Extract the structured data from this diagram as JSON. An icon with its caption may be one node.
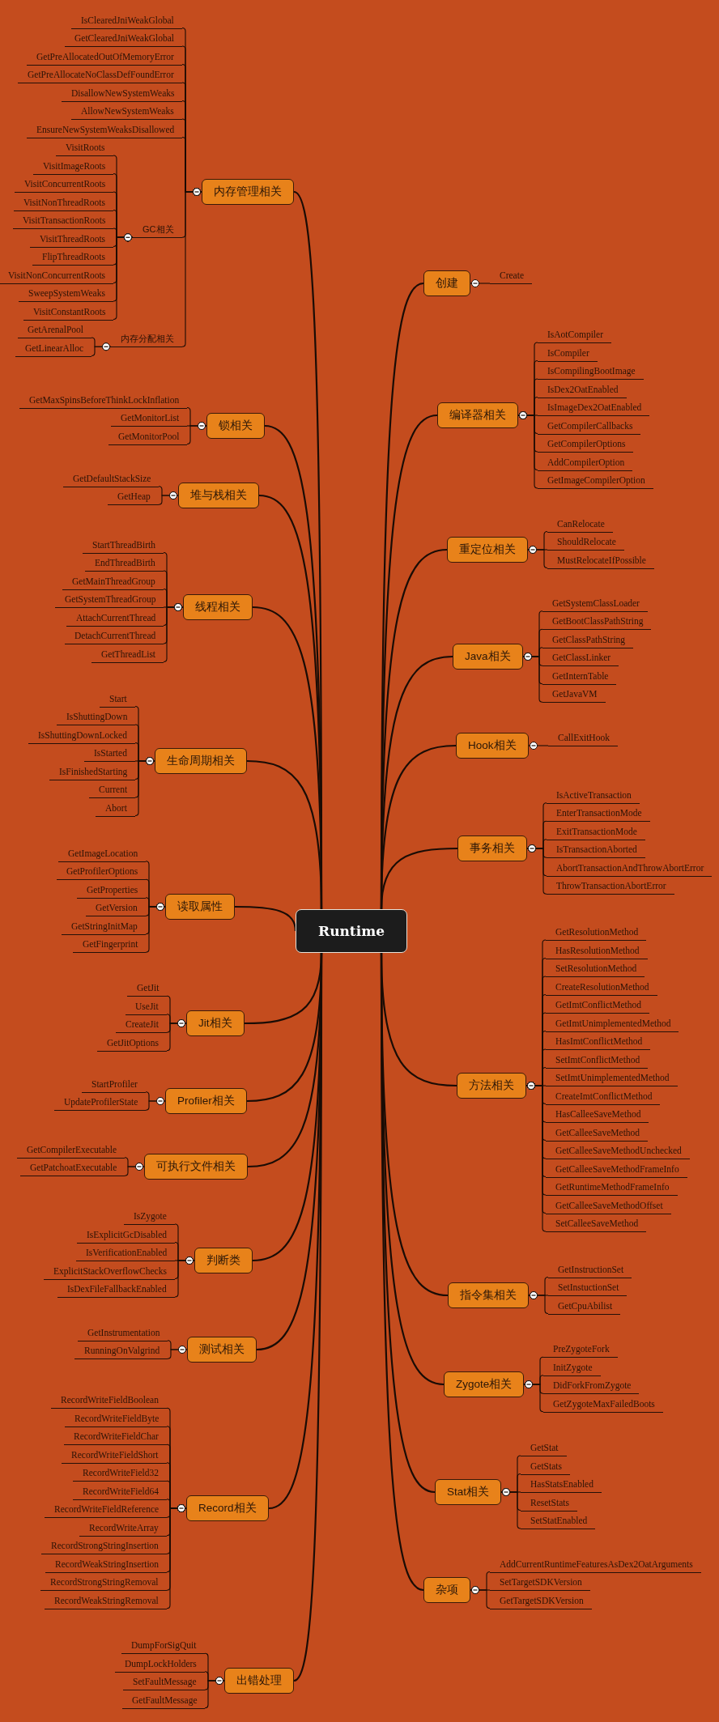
{
  "diagram": {
    "nodes": [
      {
        "text": [
          "Runtime"
        ]
      },
      {
        "text": [
          "内存管理相关"
        ]
      },
      {
        "text": [
          "IsClearedJniWeakGlobal"
        ]
      },
      {
        "text": [
          "GetClearedJniWeakGlobal"
        ]
      },
      {
        "text": [
          "GetPreAllocatedOutOfMemoryError"
        ]
      },
      {
        "text": [
          "GetPreAllocateNoClassDefFoundError"
        ]
      },
      {
        "text": [
          "DisallowNewSystemWeaks"
        ]
      },
      {
        "text": [
          "AllowNewSystemWeaks"
        ]
      },
      {
        "text": [
          "EnsureNewSystemWeaksDisallowed"
        ]
      },
      {
        "text": [
          "GC相关"
        ]
      },
      {
        "text": [
          "VisitRoots"
        ]
      },
      {
        "text": [
          "VisitImageRoots"
        ]
      },
      {
        "text": [
          "VisitConcurrentRoots"
        ]
      },
      {
        "text": [
          "VisitNonThreadRoots"
        ]
      },
      {
        "text": [
          "VisitTransactionRoots"
        ]
      },
      {
        "text": [
          "VisitThreadRoots"
        ]
      },
      {
        "text": [
          "FlipThreadRoots"
        ]
      },
      {
        "text": [
          "VisitNonConcurrentRoots"
        ]
      },
      {
        "text": [
          "SweepSystemWeaks"
        ]
      },
      {
        "text": [
          "VisitConstantRoots"
        ]
      },
      {
        "text": [
          "内存分配相关"
        ]
      },
      {
        "text": [
          "GetArenalPool"
        ]
      },
      {
        "text": [
          "GetLinearAlloc"
        ]
      },
      {
        "text": [
          "锁相关"
        ]
      },
      {
        "text": [
          "GetMaxSpinsBeforeThinkLockInflation"
        ]
      },
      {
        "text": [
          "GetMonitorList"
        ]
      },
      {
        "text": [
          "GetMonitorPool"
        ]
      },
      {
        "text": [
          "堆与栈相关"
        ]
      },
      {
        "text": [
          "GetDefaultStackSize"
        ]
      },
      {
        "text": [
          "GetHeap"
        ]
      },
      {
        "text": [
          "线程相关"
        ]
      },
      {
        "text": [
          "StartThreadBirth"
        ]
      },
      {
        "text": [
          "EndThreadBirth"
        ]
      },
      {
        "text": [
          "GetMainThreadGroup"
        ]
      },
      {
        "text": [
          "GetSystemThreadGroup"
        ]
      },
      {
        "text": [
          "AttachCurrentThread"
        ]
      },
      {
        "text": [
          "DetachCurrentThread"
        ]
      },
      {
        "text": [
          "GetThreadList"
        ]
      },
      {
        "text": [
          "生命周期相关"
        ]
      },
      {
        "text": [
          "Start"
        ]
      },
      {
        "text": [
          "IsShuttingDown"
        ]
      },
      {
        "text": [
          "IsShuttingDownLocked"
        ]
      },
      {
        "text": [
          "IsStarted"
        ]
      },
      {
        "text": [
          "IsFinishedStarting"
        ]
      },
      {
        "text": [
          "Current"
        ]
      },
      {
        "text": [
          "Abort"
        ]
      },
      {
        "text": [
          "读取属性"
        ]
      },
      {
        "text": [
          "GetImageLocation"
        ]
      },
      {
        "text": [
          "GetProfilerOptions"
        ]
      },
      {
        "text": [
          "GetProperties"
        ]
      },
      {
        "text": [
          "GetVersion"
        ]
      },
      {
        "text": [
          "GetStringInitMap"
        ]
      },
      {
        "text": [
          "GetFingerprint"
        ]
      },
      {
        "text": [
          "Jit相关"
        ]
      },
      {
        "text": [
          "GetJit"
        ]
      },
      {
        "text": [
          "UseJit"
        ]
      },
      {
        "text": [
          "CreateJit"
        ]
      },
      {
        "text": [
          "GetJitOptions"
        ]
      },
      {
        "text": [
          "Profiler相关"
        ]
      },
      {
        "text": [
          "StartProfiler"
        ]
      },
      {
        "text": [
          "UpdateProfilerState"
        ]
      },
      {
        "text": [
          "可执行文件相关"
        ]
      },
      {
        "text": [
          "GetCompilerExecutable"
        ]
      },
      {
        "text": [
          "GetPatchoatExecutable"
        ]
      },
      {
        "text": [
          "判断类"
        ]
      },
      {
        "text": [
          "IsZygote"
        ]
      },
      {
        "text": [
          "IsExplicitGcDisabled"
        ]
      },
      {
        "text": [
          "IsVerificationEnabled"
        ]
      },
      {
        "text": [
          "ExplicitStackOverflowChecks"
        ]
      },
      {
        "text": [
          "IsDexFileFallbackEnabled"
        ]
      },
      {
        "text": [
          "测试相关"
        ]
      },
      {
        "text": [
          "GetInstrumentation"
        ]
      },
      {
        "text": [
          "RunningOnValgrind"
        ]
      },
      {
        "text": [
          "Record相关"
        ]
      },
      {
        "text": [
          "RecordWriteFieldBoolean"
        ]
      },
      {
        "text": [
          "RecordWriteFieldByte"
        ]
      },
      {
        "text": [
          "RecordWriteFieldChar"
        ]
      },
      {
        "text": [
          "RecordWriteFieldShort"
        ]
      },
      {
        "text": [
          "RecordWriteField32"
        ]
      },
      {
        "text": [
          "RecordWriteField64"
        ]
      },
      {
        "text": [
          "RecordWriteFieldReference"
        ]
      },
      {
        "text": [
          "RecordWriteArray"
        ]
      },
      {
        "text": [
          "RecordStrongStringInsertion"
        ]
      },
      {
        "text": [
          "RecordWeakStringInsertion"
        ]
      },
      {
        "text": [
          "RecordStrongStringRemoval"
        ]
      },
      {
        "text": [
          "RecordWeakStringRemoval"
        ]
      },
      {
        "text": [
          "出错处理"
        ]
      },
      {
        "text": [
          "DumpForSigQuit"
        ]
      },
      {
        "text": [
          "DumpLockHolders"
        ]
      },
      {
        "text": [
          "SetFaultMessage"
        ]
      },
      {
        "text": [
          "GetFaultMessage"
        ]
      },
      {
        "text": [
          "创建"
        ]
      },
      {
        "text": [
          "Create"
        ]
      },
      {
        "text": [
          "编译器相关"
        ]
      },
      {
        "text": [
          "IsAotCompiler"
        ]
      },
      {
        "text": [
          "IsCompiler"
        ]
      },
      {
        "text": [
          "IsCompilingBootImage"
        ]
      },
      {
        "text": [
          "IsDex2OatEnabled"
        ]
      },
      {
        "text": [
          "IsImageDex2OatEnabled"
        ]
      },
      {
        "text": [
          "GetCompilerCallbacks"
        ]
      },
      {
        "text": [
          "GetCompilerOptions"
        ]
      },
      {
        "text": [
          "AddCompilerOption"
        ]
      },
      {
        "text": [
          "GetImageCompilerOption"
        ]
      },
      {
        "text": [
          "重定位相关"
        ]
      },
      {
        "text": [
          "CanRelocate"
        ]
      },
      {
        "text": [
          "ShouldRelocate"
        ]
      },
      {
        "text": [
          "MustRelocateIfPossible"
        ]
      },
      {
        "text": [
          "Java相关"
        ]
      },
      {
        "text": [
          "GetSystemClassLoader"
        ]
      },
      {
        "text": [
          "GetBootClassPathString"
        ]
      },
      {
        "text": [
          "GetClassPathString"
        ]
      },
      {
        "text": [
          "GetClassLinker"
        ]
      },
      {
        "text": [
          "GetInternTable"
        ]
      },
      {
        "text": [
          "GetJavaVM"
        ]
      },
      {
        "text": [
          "Hook相关"
        ]
      },
      {
        "text": [
          "CallExitHook"
        ]
      },
      {
        "text": [
          "事务相关"
        ]
      },
      {
        "text": [
          "IsActiveTransaction"
        ]
      },
      {
        "text": [
          "EnterTransactionMode"
        ]
      },
      {
        "text": [
          "ExitTransactionMode"
        ]
      },
      {
        "text": [
          "IsTransactionAborted"
        ]
      },
      {
        "text": [
          "AbortTransactionAndThrowAbortError"
        ]
      },
      {
        "text": [
          "ThrowTransactionAbortError"
        ]
      },
      {
        "text": [
          "方法相关"
        ]
      },
      {
        "text": [
          "GetResolutionMethod"
        ]
      },
      {
        "text": [
          "HasResolutionMethod"
        ]
      },
      {
        "text": [
          "SetResolutionMethod"
        ]
      },
      {
        "text": [
          "CreateResolutionMethod"
        ]
      },
      {
        "text": [
          "GetImtConflictMethod"
        ]
      },
      {
        "text": [
          "GetImtUnimplementedMethod"
        ]
      },
      {
        "text": [
          "HasImtConflictMethod"
        ]
      },
      {
        "text": [
          "SetImtConflictMethod"
        ]
      },
      {
        "text": [
          "SetImtUnimplementedMethod"
        ]
      },
      {
        "text": [
          "CreateImtConflictMethod"
        ]
      },
      {
        "text": [
          "HasCalleeSaveMethod"
        ]
      },
      {
        "text": [
          "GetCalleeSaveMethod"
        ]
      },
      {
        "text": [
          "GetCalleeSaveMethodUnchecked"
        ]
      },
      {
        "text": [
          "GetCalleeSaveMethodFrameInfo"
        ]
      },
      {
        "text": [
          "GetRuntimeMethodFrameInfo"
        ]
      },
      {
        "text": [
          "GetCalleeSaveMethodOffset"
        ]
      },
      {
        "text": [
          "SetCalleeSaveMethod"
        ]
      },
      {
        "text": [
          "指令集相关"
        ]
      },
      {
        "text": [
          "GetInstructionSet"
        ]
      },
      {
        "text": [
          "SetInstuctionSet"
        ]
      },
      {
        "text": [
          "GetCpuAbilist"
        ]
      },
      {
        "text": [
          "Zygote相关"
        ]
      },
      {
        "text": [
          "PreZygoteFork"
        ]
      },
      {
        "text": [
          "InitZygote"
        ]
      },
      {
        "text": [
          "DidForkFromZygote"
        ]
      },
      {
        "text": [
          "GetZygoteMaxFailedBoots"
        ]
      },
      {
        "text": [
          "Stat相关"
        ]
      },
      {
        "text": [
          "GetStat"
        ]
      },
      {
        "text": [
          "GetStats"
        ]
      },
      {
        "text": [
          "HasStatsEnabled"
        ]
      },
      {
        "text": [
          "ResetStats"
        ]
      },
      {
        "text": [
          "SetStatEnabled"
        ]
      },
      {
        "text": [
          "杂项"
        ]
      },
      {
        "text": [
          "AddCurrentRuntimeFeaturesAsDex2OatArguments"
        ]
      },
      {
        "text": [
          "SetTargetSDKVersion"
        ]
      },
      {
        "text": [
          "GetTargetSDKVersion"
        ]
      }
    ],
    "edges": [
      {
        "from": 0,
        "to": 1,
        "arrow": "none"
      },
      {
        "from": 0,
        "to": 23,
        "arrow": "none"
      },
      {
        "from": 0,
        "to": 27,
        "arrow": "none"
      },
      {
        "from": 0,
        "to": 30,
        "arrow": "none"
      },
      {
        "from": 0,
        "to": 38,
        "arrow": "none"
      },
      {
        "from": 0,
        "to": 46,
        "arrow": "none"
      },
      {
        "from": 0,
        "to": 53,
        "arrow": "none"
      },
      {
        "from": 0,
        "to": 58,
        "arrow": "none"
      },
      {
        "from": 0,
        "to": 61,
        "arrow": "none"
      },
      {
        "from": 0,
        "to": 64,
        "arrow": "none"
      },
      {
        "from": 0,
        "to": 70,
        "arrow": "none"
      },
      {
        "from": 0,
        "to": 73,
        "arrow": "none"
      },
      {
        "from": 0,
        "to": 86,
        "arrow": "none"
      },
      {
        "from": 0,
        "to": 91,
        "arrow": "none"
      },
      {
        "from": 0,
        "to": 93,
        "arrow": "none"
      },
      {
        "from": 0,
        "to": 103,
        "arrow": "none"
      },
      {
        "from": 0,
        "to": 107,
        "arrow": "none"
      },
      {
        "from": 0,
        "to": 114,
        "arrow": "none"
      },
      {
        "from": 0,
        "to": 116,
        "arrow": "none"
      },
      {
        "from": 0,
        "to": 123,
        "arrow": "none"
      },
      {
        "from": 0,
        "to": 141,
        "arrow": "none"
      },
      {
        "from": 0,
        "to": 145,
        "arrow": "none"
      },
      {
        "from": 0,
        "to": 150,
        "arrow": "none"
      },
      {
        "from": 0,
        "to": 156,
        "arrow": "none"
      },
      {
        "from": 1,
        "to": 2,
        "arrow": "other"
      },
      {
        "from": 1,
        "to": 3,
        "arrow": "other"
      },
      {
        "from": 1,
        "to": 4,
        "arrow": "other"
      },
      {
        "from": 1,
        "to": 5,
        "arrow": "other"
      },
      {
        "from": 1,
        "to": 6,
        "arrow": "other"
      },
      {
        "from": 1,
        "to": 7,
        "arrow": "other"
      },
      {
        "from": 1,
        "to": 8,
        "arrow": "other"
      },
      {
        "from": 1,
        "to": 9,
        "arrow": "other"
      },
      {
        "from": 9,
        "to": 10,
        "arrow": "other"
      },
      {
        "from": 9,
        "to": 11,
        "arrow": "other"
      },
      {
        "from": 9,
        "to": 12,
        "arrow": "other"
      },
      {
        "from": 9,
        "to": 13,
        "arrow": "other"
      },
      {
        "from": 9,
        "to": 14,
        "arrow": "other"
      },
      {
        "from": 9,
        "to": 15,
        "arrow": "other"
      },
      {
        "from": 9,
        "to": 16,
        "arrow": "other"
      },
      {
        "from": 9,
        "to": 17,
        "arrow": "other"
      },
      {
        "from": 9,
        "to": 18,
        "arrow": "other"
      },
      {
        "from": 9,
        "to": 19,
        "arrow": "other"
      },
      {
        "from": 1,
        "to": 20,
        "arrow": "other"
      },
      {
        "from": 20,
        "to": 21,
        "arrow": "other"
      },
      {
        "from": 20,
        "to": 22,
        "arrow": "other"
      },
      {
        "from": 23,
        "to": 24,
        "arrow": "other"
      },
      {
        "from": 23,
        "to": 25,
        "arrow": "other"
      },
      {
        "from": 23,
        "to": 26,
        "arrow": "other"
      },
      {
        "from": 27,
        "to": 28,
        "arrow": "other"
      },
      {
        "from": 27,
        "to": 29,
        "arrow": "other"
      },
      {
        "from": 30,
        "to": 31,
        "arrow": "other"
      },
      {
        "from": 30,
        "to": 32,
        "arrow": "other"
      },
      {
        "from": 30,
        "to": 33,
        "arrow": "other"
      },
      {
        "from": 30,
        "to": 34,
        "arrow": "other"
      },
      {
        "from": 30,
        "to": 35,
        "arrow": "other"
      },
      {
        "from": 30,
        "to": 36,
        "arrow": "other"
      },
      {
        "from": 30,
        "to": 37,
        "arrow": "other"
      },
      {
        "from": 38,
        "to": 39,
        "arrow": "other"
      },
      {
        "from": 38,
        "to": 40,
        "arrow": "other"
      },
      {
        "from": 38,
        "to": 41,
        "arrow": "other"
      },
      {
        "from": 38,
        "to": 42,
        "arrow": "other"
      },
      {
        "from": 38,
        "to": 43,
        "arrow": "other"
      },
      {
        "from": 38,
        "to": 44,
        "arrow": "other"
      },
      {
        "from": 38,
        "to": 45,
        "arrow": "other"
      },
      {
        "from": 46,
        "to": 47,
        "arrow": "other"
      },
      {
        "from": 46,
        "to": 48,
        "arrow": "other"
      },
      {
        "from": 46,
        "to": 49,
        "arrow": "other"
      },
      {
        "from": 46,
        "to": 50,
        "arrow": "other"
      },
      {
        "from": 46,
        "to": 51,
        "arrow": "other"
      },
      {
        "from": 46,
        "to": 52,
        "arrow": "other"
      },
      {
        "from": 53,
        "to": 54,
        "arrow": "other"
      },
      {
        "from": 53,
        "to": 55,
        "arrow": "other"
      },
      {
        "from": 53,
        "to": 56,
        "arrow": "other"
      },
      {
        "from": 53,
        "to": 57,
        "arrow": "other"
      },
      {
        "from": 58,
        "to": 59,
        "arrow": "other"
      },
      {
        "from": 58,
        "to": 60,
        "arrow": "other"
      },
      {
        "from": 61,
        "to": 62,
        "arrow": "other"
      },
      {
        "from": 61,
        "to": 63,
        "arrow": "other"
      },
      {
        "from": 64,
        "to": 65,
        "arrow": "other"
      },
      {
        "from": 64,
        "to": 66,
        "arrow": "other"
      },
      {
        "from": 64,
        "to": 67,
        "arrow": "other"
      },
      {
        "from": 64,
        "to": 68,
        "arrow": "other"
      },
      {
        "from": 64,
        "to": 69,
        "arrow": "other"
      },
      {
        "from": 70,
        "to": 71,
        "arrow": "other"
      },
      {
        "from": 70,
        "to": 72,
        "arrow": "other"
      },
      {
        "from": 73,
        "to": 74,
        "arrow": "other"
      },
      {
        "from": 73,
        "to": 75,
        "arrow": "other"
      },
      {
        "from": 73,
        "to": 76,
        "arrow": "other"
      },
      {
        "from": 73,
        "to": 77,
        "arrow": "other"
      },
      {
        "from": 73,
        "to": 78,
        "arrow": "other"
      },
      {
        "from": 73,
        "to": 79,
        "arrow": "other"
      },
      {
        "from": 73,
        "to": 80,
        "arrow": "other"
      },
      {
        "from": 73,
        "to": 81,
        "arrow": "other"
      },
      {
        "from": 73,
        "to": 82,
        "arrow": "other"
      },
      {
        "from": 73,
        "to": 83,
        "arrow": "other"
      },
      {
        "from": 73,
        "to": 84,
        "arrow": "other"
      },
      {
        "from": 73,
        "to": 85,
        "arrow": "other"
      },
      {
        "from": 86,
        "to": 87,
        "arrow": "other"
      },
      {
        "from": 86,
        "to": 88,
        "arrow": "other"
      },
      {
        "from": 86,
        "to": 89,
        "arrow": "other"
      },
      {
        "from": 86,
        "to": 90,
        "arrow": "other"
      },
      {
        "from": 91,
        "to": 92,
        "arrow": "other"
      },
      {
        "from": 93,
        "to": 94,
        "arrow": "other"
      },
      {
        "from": 93,
        "to": 95,
        "arrow": "other"
      },
      {
        "from": 93,
        "to": 96,
        "arrow": "other"
      },
      {
        "from": 93,
        "to": 97,
        "arrow": "other"
      },
      {
        "from": 93,
        "to": 98,
        "arrow": "other"
      },
      {
        "from": 93,
        "to": 99,
        "arrow": "other"
      },
      {
        "from": 93,
        "to": 100,
        "arrow": "other"
      },
      {
        "from": 93,
        "to": 101,
        "arrow": "other"
      },
      {
        "from": 93,
        "to": 102,
        "arrow": "other"
      },
      {
        "from": 103,
        "to": 104,
        "arrow": "other"
      },
      {
        "from": 103,
        "to": 105,
        "arrow": "other"
      },
      {
        "from": 103,
        "to": 106,
        "arrow": "other"
      },
      {
        "from": 107,
        "to": 108,
        "arrow": "other"
      },
      {
        "from": 107,
        "to": 109,
        "arrow": "other"
      },
      {
        "from": 107,
        "to": 110,
        "arrow": "other"
      },
      {
        "from": 107,
        "to": 111,
        "arrow": "other"
      },
      {
        "from": 107,
        "to": 112,
        "arrow": "other"
      },
      {
        "from": 107,
        "to": 113,
        "arrow": "other"
      },
      {
        "from": 114,
        "to": 115,
        "arrow": "other"
      },
      {
        "from": 116,
        "to": 117,
        "arrow": "other"
      },
      {
        "from": 116,
        "to": 118,
        "arrow": "other"
      },
      {
        "from": 116,
        "to": 119,
        "arrow": "other"
      },
      {
        "from": 116,
        "to": 120,
        "arrow": "other"
      },
      {
        "from": 116,
        "to": 121,
        "arrow": "other"
      },
      {
        "from": 116,
        "to": 122,
        "arrow": "other"
      },
      {
        "from": 123,
        "to": 124,
        "arrow": "other"
      },
      {
        "from": 123,
        "to": 125,
        "arrow": "other"
      },
      {
        "from": 123,
        "to": 126,
        "arrow": "other"
      },
      {
        "from": 123,
        "to": 127,
        "arrow": "other"
      },
      {
        "from": 123,
        "to": 128,
        "arrow": "other"
      },
      {
        "from": 123,
        "to": 129,
        "arrow": "other"
      },
      {
        "from": 123,
        "to": 130,
        "arrow": "other"
      },
      {
        "from": 123,
        "to": 131,
        "arrow": "other"
      },
      {
        "from": 123,
        "to": 132,
        "arrow": "other"
      },
      {
        "from": 123,
        "to": 133,
        "arrow": "other"
      },
      {
        "from": 123,
        "to": 134,
        "arrow": "other"
      },
      {
        "from": 123,
        "to": 135,
        "arrow": "other"
      },
      {
        "from": 123,
        "to": 136,
        "arrow": "other"
      },
      {
        "from": 123,
        "to": 137,
        "arrow": "other"
      },
      {
        "from": 123,
        "to": 138,
        "arrow": "other"
      },
      {
        "from": 123,
        "to": 139,
        "arrow": "other"
      },
      {
        "from": 123,
        "to": 140,
        "arrow": "other"
      },
      {
        "from": 141,
        "to": 142,
        "arrow": "other"
      },
      {
        "from": 141,
        "to": 143,
        "arrow": "other"
      },
      {
        "from": 141,
        "to": 144,
        "arrow": "other"
      },
      {
        "from": 145,
        "to": 146,
        "arrow": "other"
      },
      {
        "from": 145,
        "to": 147,
        "arrow": "other"
      },
      {
        "from": 145,
        "to": 148,
        "arrow": "other"
      },
      {
        "from": 145,
        "to": 149,
        "arrow": "other"
      },
      {
        "from": 150,
        "to": 151,
        "arrow": "other"
      },
      {
        "from": 150,
        "to": 152,
        "arrow": "other"
      },
      {
        "from": 150,
        "to": 153,
        "arrow": "other"
      },
      {
        "from": 150,
        "to": 154,
        "arrow": "other"
      },
      {
        "from": 150,
        "to": 155,
        "arrow": "other"
      },
      {
        "from": 156,
        "to": 157,
        "arrow": "other"
      },
      {
        "from": 156,
        "to": 158,
        "arrow": "other"
      },
      {
        "from": 156,
        "to": 159,
        "arrow": "other"
      }
    ]
  }
}
